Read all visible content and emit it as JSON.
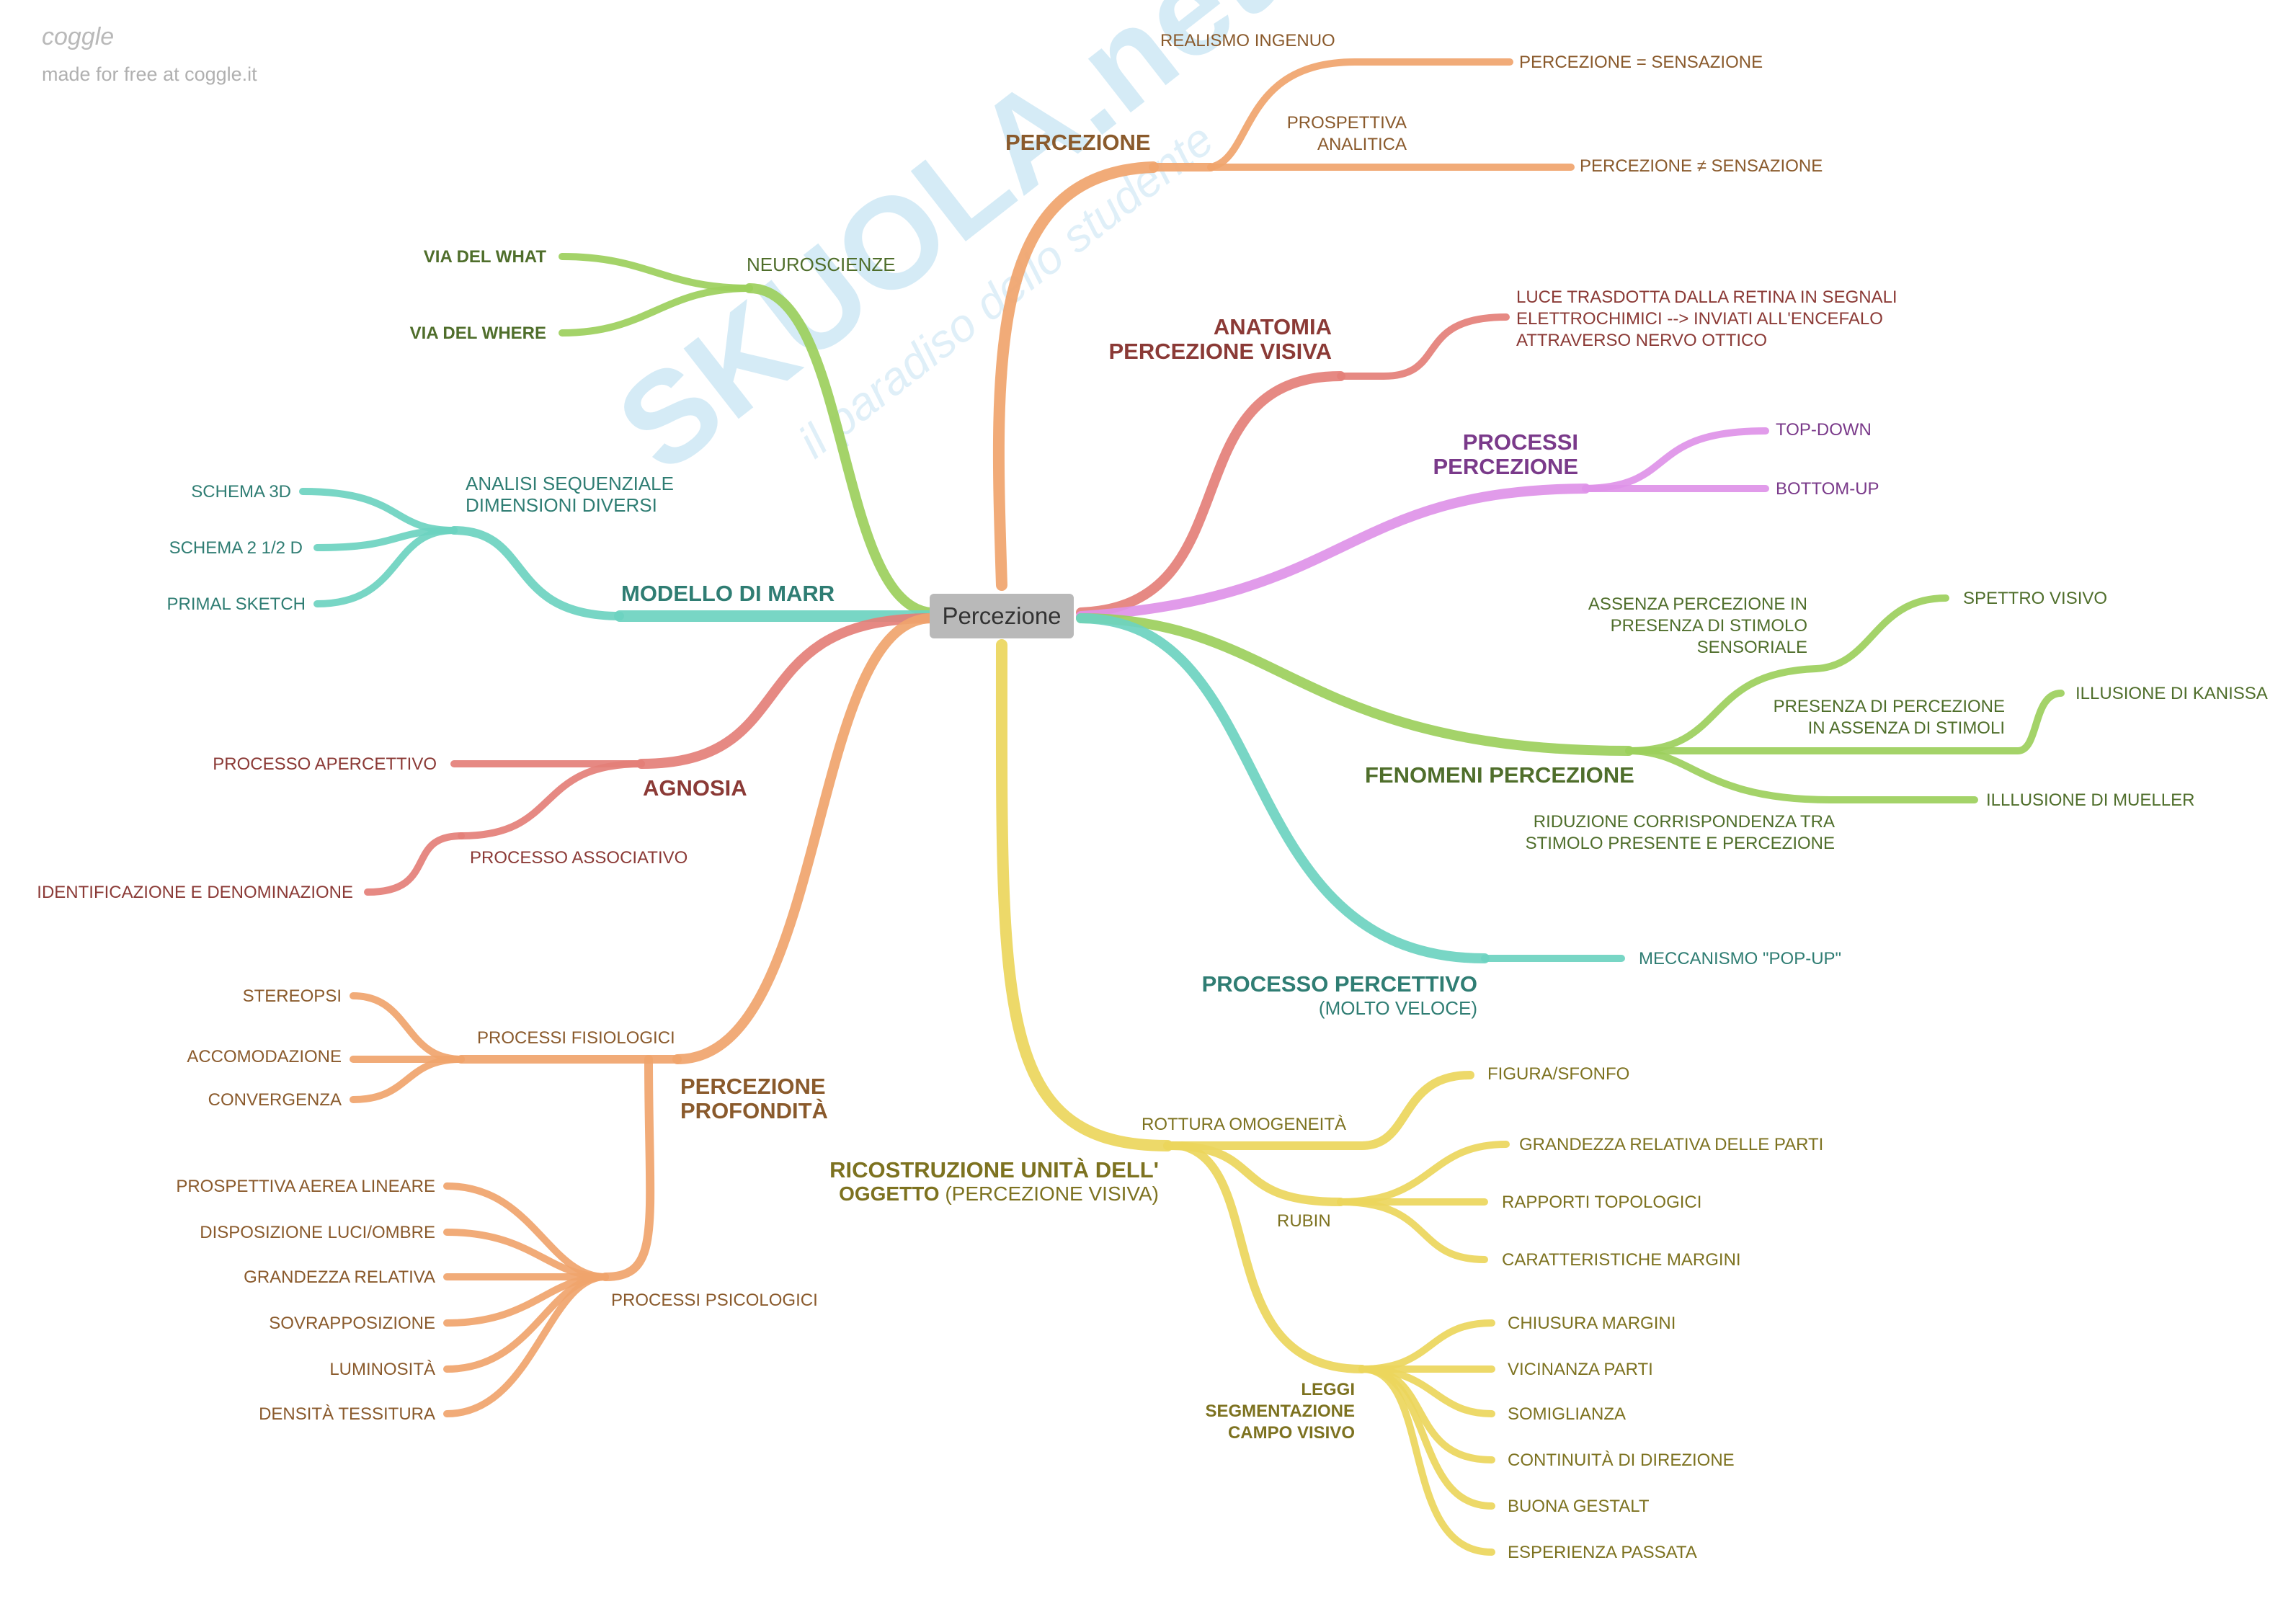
{
  "header": {
    "logo": "coggle",
    "made_with": "made for free at coggle.it"
  },
  "watermark": {
    "brand": "SKUOLA.net",
    "tagline": "il paradiso dello studente"
  },
  "colors": {
    "orange": "#f0a46c",
    "green": "#9ccf5c",
    "teal": "#6cd3c0",
    "red": "#e47f78",
    "purple": "#de92e8",
    "yellow": "#ecd65c",
    "root_box": "#b9b9b9"
  },
  "root": "Percezione",
  "percezione": {
    "title": "PERCEZIONE",
    "realismo": "REALISMO INGENUO",
    "realismo_leaf": "PERCEZIONE = SENSAZIONE",
    "prospettiva": [
      "PROSPETTIVA",
      "ANALITICA"
    ],
    "prospettiva_leaf": "PERCEZIONE ≠ SENSAZIONE"
  },
  "anatomia": {
    "title": [
      "ANATOMIA",
      "PERCEZIONE VISIVA"
    ],
    "leaf": [
      "LUCE TRASDOTTA DALLA RETINA IN SEGNALI",
      "ELETTROCHIMICI --> INVIATI ALL'ENCEFALO",
      "ATTRAVERSO NERVO OTTICO"
    ]
  },
  "processi": {
    "title": [
      "PROCESSI",
      "PERCEZIONE"
    ],
    "items": [
      "TOP-DOWN",
      "BOTTOM-UP"
    ]
  },
  "fenomeni": {
    "title": "FENOMENI PERCEZIONE",
    "assenza": [
      "ASSENZA PERCEZIONE IN",
      "PRESENZA DI STIMOLO",
      "SENSORIALE"
    ],
    "spettro": "SPETTRO VISIVO",
    "presenza": [
      "PRESENZA DI PERCEZIONE",
      "IN ASSENZA DI STIMOLI"
    ],
    "kanissa": "ILLUSIONE DI KANISSA",
    "riduzione": [
      "RIDUZIONE CORRISPONDENZA TRA",
      "STIMOLO PRESENTE E PERCEZIONE"
    ],
    "mueller": "ILLLUSIONE DI MUELLER"
  },
  "percettivo": {
    "title": "PROCESSO PERCETTIVO",
    "subtitle": "(MOLTO VELOCE)",
    "leaf": "MECCANISMO \"POP-UP\""
  },
  "ricostruzione": {
    "title_line1": "RICOSTRUZIONE UNITÀ DELL'",
    "title_line2_bold": "OGGETTO",
    "title_line2_rest": " (PERCEZIONE VISIVA)",
    "rottura": "ROTTURA OMOGENEITÀ",
    "figura": "FIGURA/SFONFO",
    "rubin": "RUBIN",
    "rubin_items": [
      "GRANDEZZA RELATIVA DELLE PARTI",
      "RAPPORTI TOPOLOGICI",
      "CARATTERISTICHE MARGINI"
    ],
    "leggi": [
      "LEGGI",
      "SEGMENTAZIONE",
      "CAMPO VISIVO"
    ],
    "leggi_items": [
      "CHIUSURA MARGINI",
      "VICINANZA PARTI",
      "SOMIGLIANZA",
      "CONTINUITÀ DI DIREZIONE",
      "BUONA GESTALT",
      "ESPERIENZA PASSATA"
    ]
  },
  "neuroscienze": {
    "title": "NEUROSCIENZE",
    "items": [
      "VIA DEL WHAT",
      "VIA DEL WHERE"
    ]
  },
  "marr": {
    "title": "MODELLO DI MARR",
    "analisi": [
      "ANALISI SEQUENZIALE",
      "DIMENSIONI DIVERSI"
    ],
    "items": [
      "SCHEMA 3D",
      "SCHEMA 2 1/2 D",
      "PRIMAL SKETCH"
    ]
  },
  "agnosia": {
    "title": "AGNOSIA",
    "apercettivo": "PROCESSO APERCETTIVO",
    "associativo": "PROCESSO ASSOCIATIVO",
    "identificazione": "IDENTIFICAZIONE E DENOMINAZIONE"
  },
  "profondita": {
    "title": [
      "PERCEZIONE",
      "PROFONDITÀ"
    ],
    "fisiologici": "PROCESSI FISIOLOGICI",
    "fisiologici_items": [
      "STEREOPSI",
      "ACCOMODAZIONE",
      "CONVERGENZA"
    ],
    "psicologici": "PROCESSI PSICOLOGICI",
    "psicologici_items": [
      "PROSPETTIVA AEREA LINEARE",
      "DISPOSIZIONE LUCI/OMBRE",
      "GRANDEZZA RELATIVA",
      "SOVRAPPOSIZIONE",
      "LUMINOSITÀ",
      "DENSITÀ TESSITURA"
    ]
  }
}
